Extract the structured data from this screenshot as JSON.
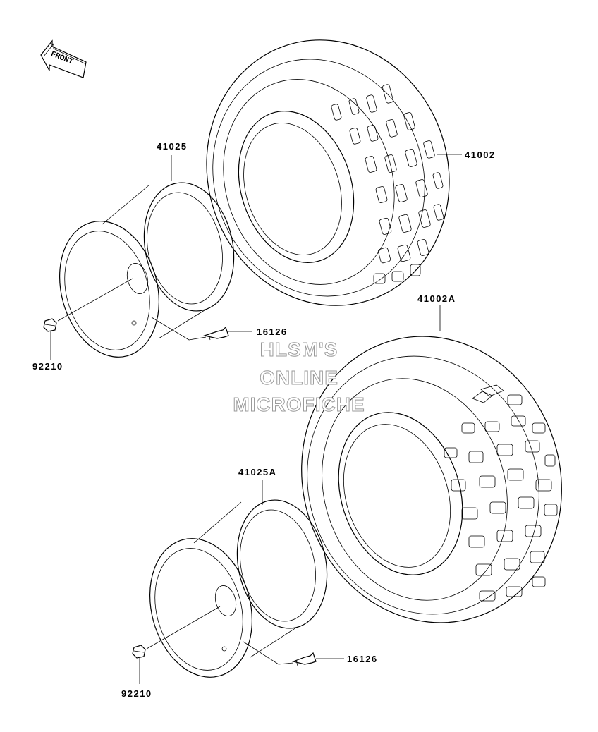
{
  "orientation": {
    "label": "FRONT"
  },
  "watermark": {
    "line1": "HLSM'S",
    "line2": "ONLINE",
    "line3": "MICROFICHE"
  },
  "parts": {
    "tire_front": "41002",
    "tire_rear": "41002A",
    "wheel_front": "41025",
    "wheel_rear": "41025A",
    "valve_front": "16126",
    "valve_rear": "16126",
    "nut_front": "92210",
    "nut_rear": "92210"
  }
}
